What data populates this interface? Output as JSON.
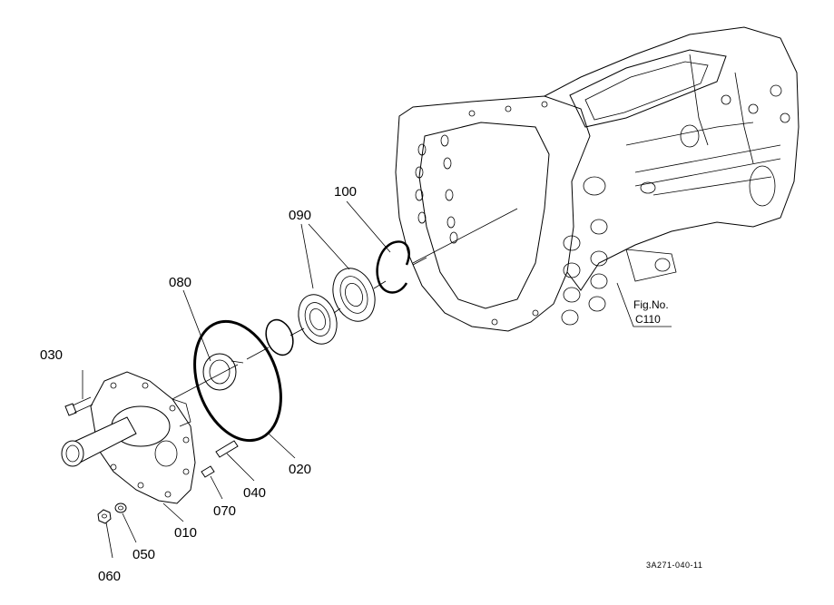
{
  "callouts": {
    "p010": "010",
    "p020": "020",
    "p030": "030",
    "p040": "040",
    "p050": "050",
    "p060": "060",
    "p070": "070",
    "p080": "080",
    "p090": "090",
    "p100": "100"
  },
  "figure_reference": {
    "label": "Fig.No.",
    "number": "C110"
  },
  "drawing_code": "3A271-040-11"
}
